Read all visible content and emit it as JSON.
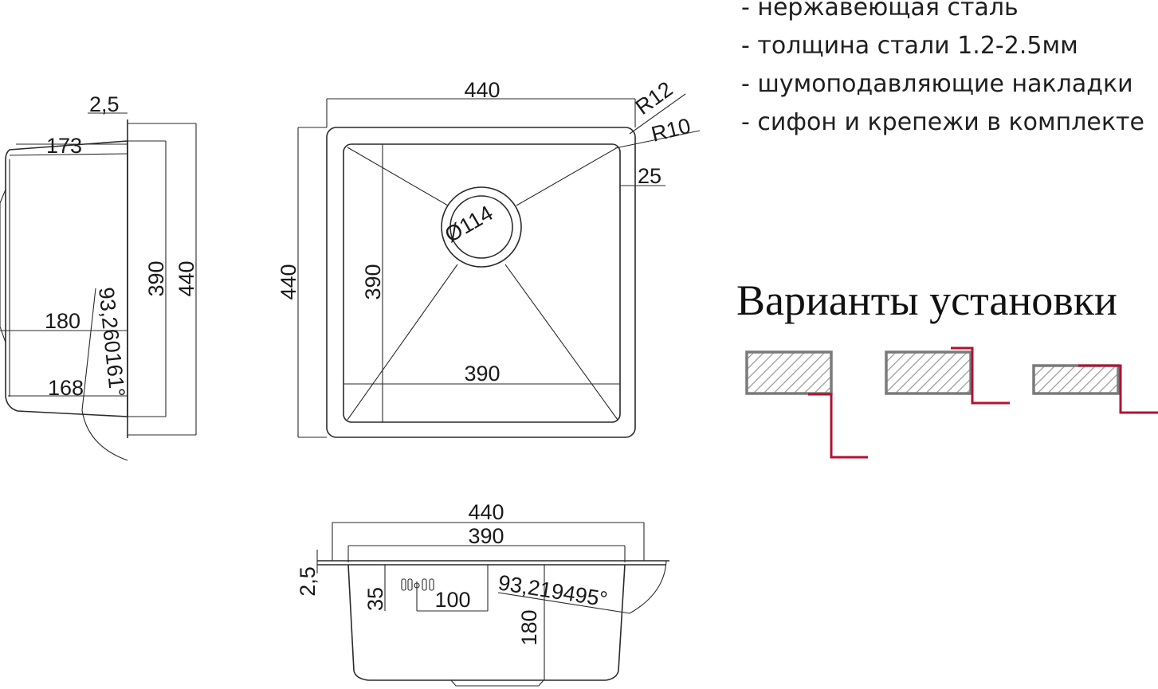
{
  "specs": {
    "items": [
      "- нержавеющая сталь",
      "- толщина стали 1.2-2.5мм",
      "- шумоподавляющие накладки",
      "- сифон и крепежи в комплекте"
    ]
  },
  "installation": {
    "title": "Варианты установки",
    "options": [
      "undermount",
      "flush-mount",
      "overmount"
    ],
    "counter_color": "#7a7a7a",
    "hatch_color": "#9a9a9a",
    "cabinet_line_color": "#b3122f"
  },
  "drawing": {
    "side_view": {
      "rim": "2,5",
      "top_depth": "173",
      "inner": "390",
      "outer": "440",
      "mid_depth": "180",
      "bottom_depth": "168",
      "angle": "93,260161°"
    },
    "top_view": {
      "width": "440",
      "height": "440",
      "radius_outer": "R12",
      "radius_inner": "R10",
      "flange": "25",
      "drain": "Ø114",
      "inner_height": "390",
      "inner_width": "390"
    },
    "front_view": {
      "width": "440",
      "inner_width": "390",
      "rim": "2,5",
      "overflow_height": "35",
      "overflow_offset": "100",
      "depth": "180",
      "angle": "93,219495°"
    }
  }
}
